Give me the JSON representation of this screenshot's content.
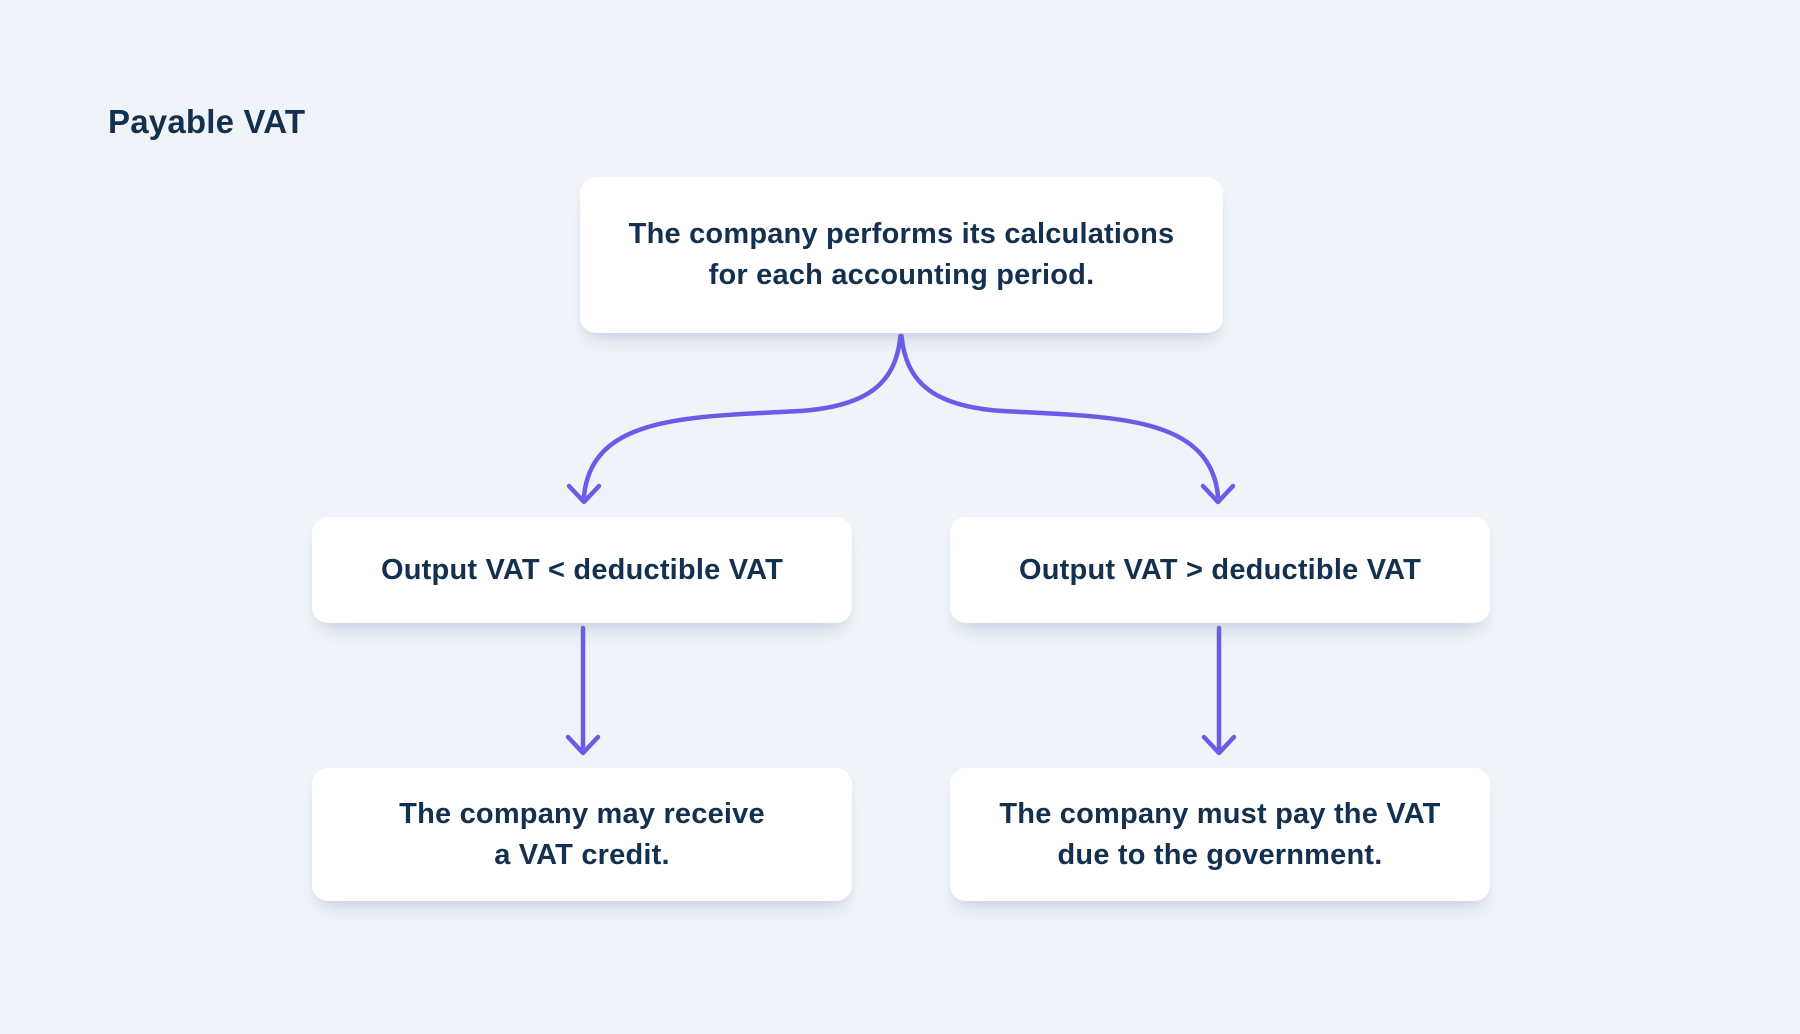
{
  "title": "Payable VAT",
  "colors": {
    "background": "#F0F4F8",
    "box_bg": "#FFFFFF",
    "text": "#14304F",
    "arrow": "#6B5BE8"
  },
  "flowchart": {
    "nodes": {
      "root": {
        "label": "The company performs its calculations\nfor each accounting period."
      },
      "condition_left": {
        "label": "Output VAT < deductible VAT"
      },
      "condition_right": {
        "label": "Output VAT > deductible VAT"
      },
      "outcome_left": {
        "label": "The company may receive\na VAT credit."
      },
      "outcome_right": {
        "label": "The company must pay the VAT\ndue to the government."
      }
    }
  }
}
